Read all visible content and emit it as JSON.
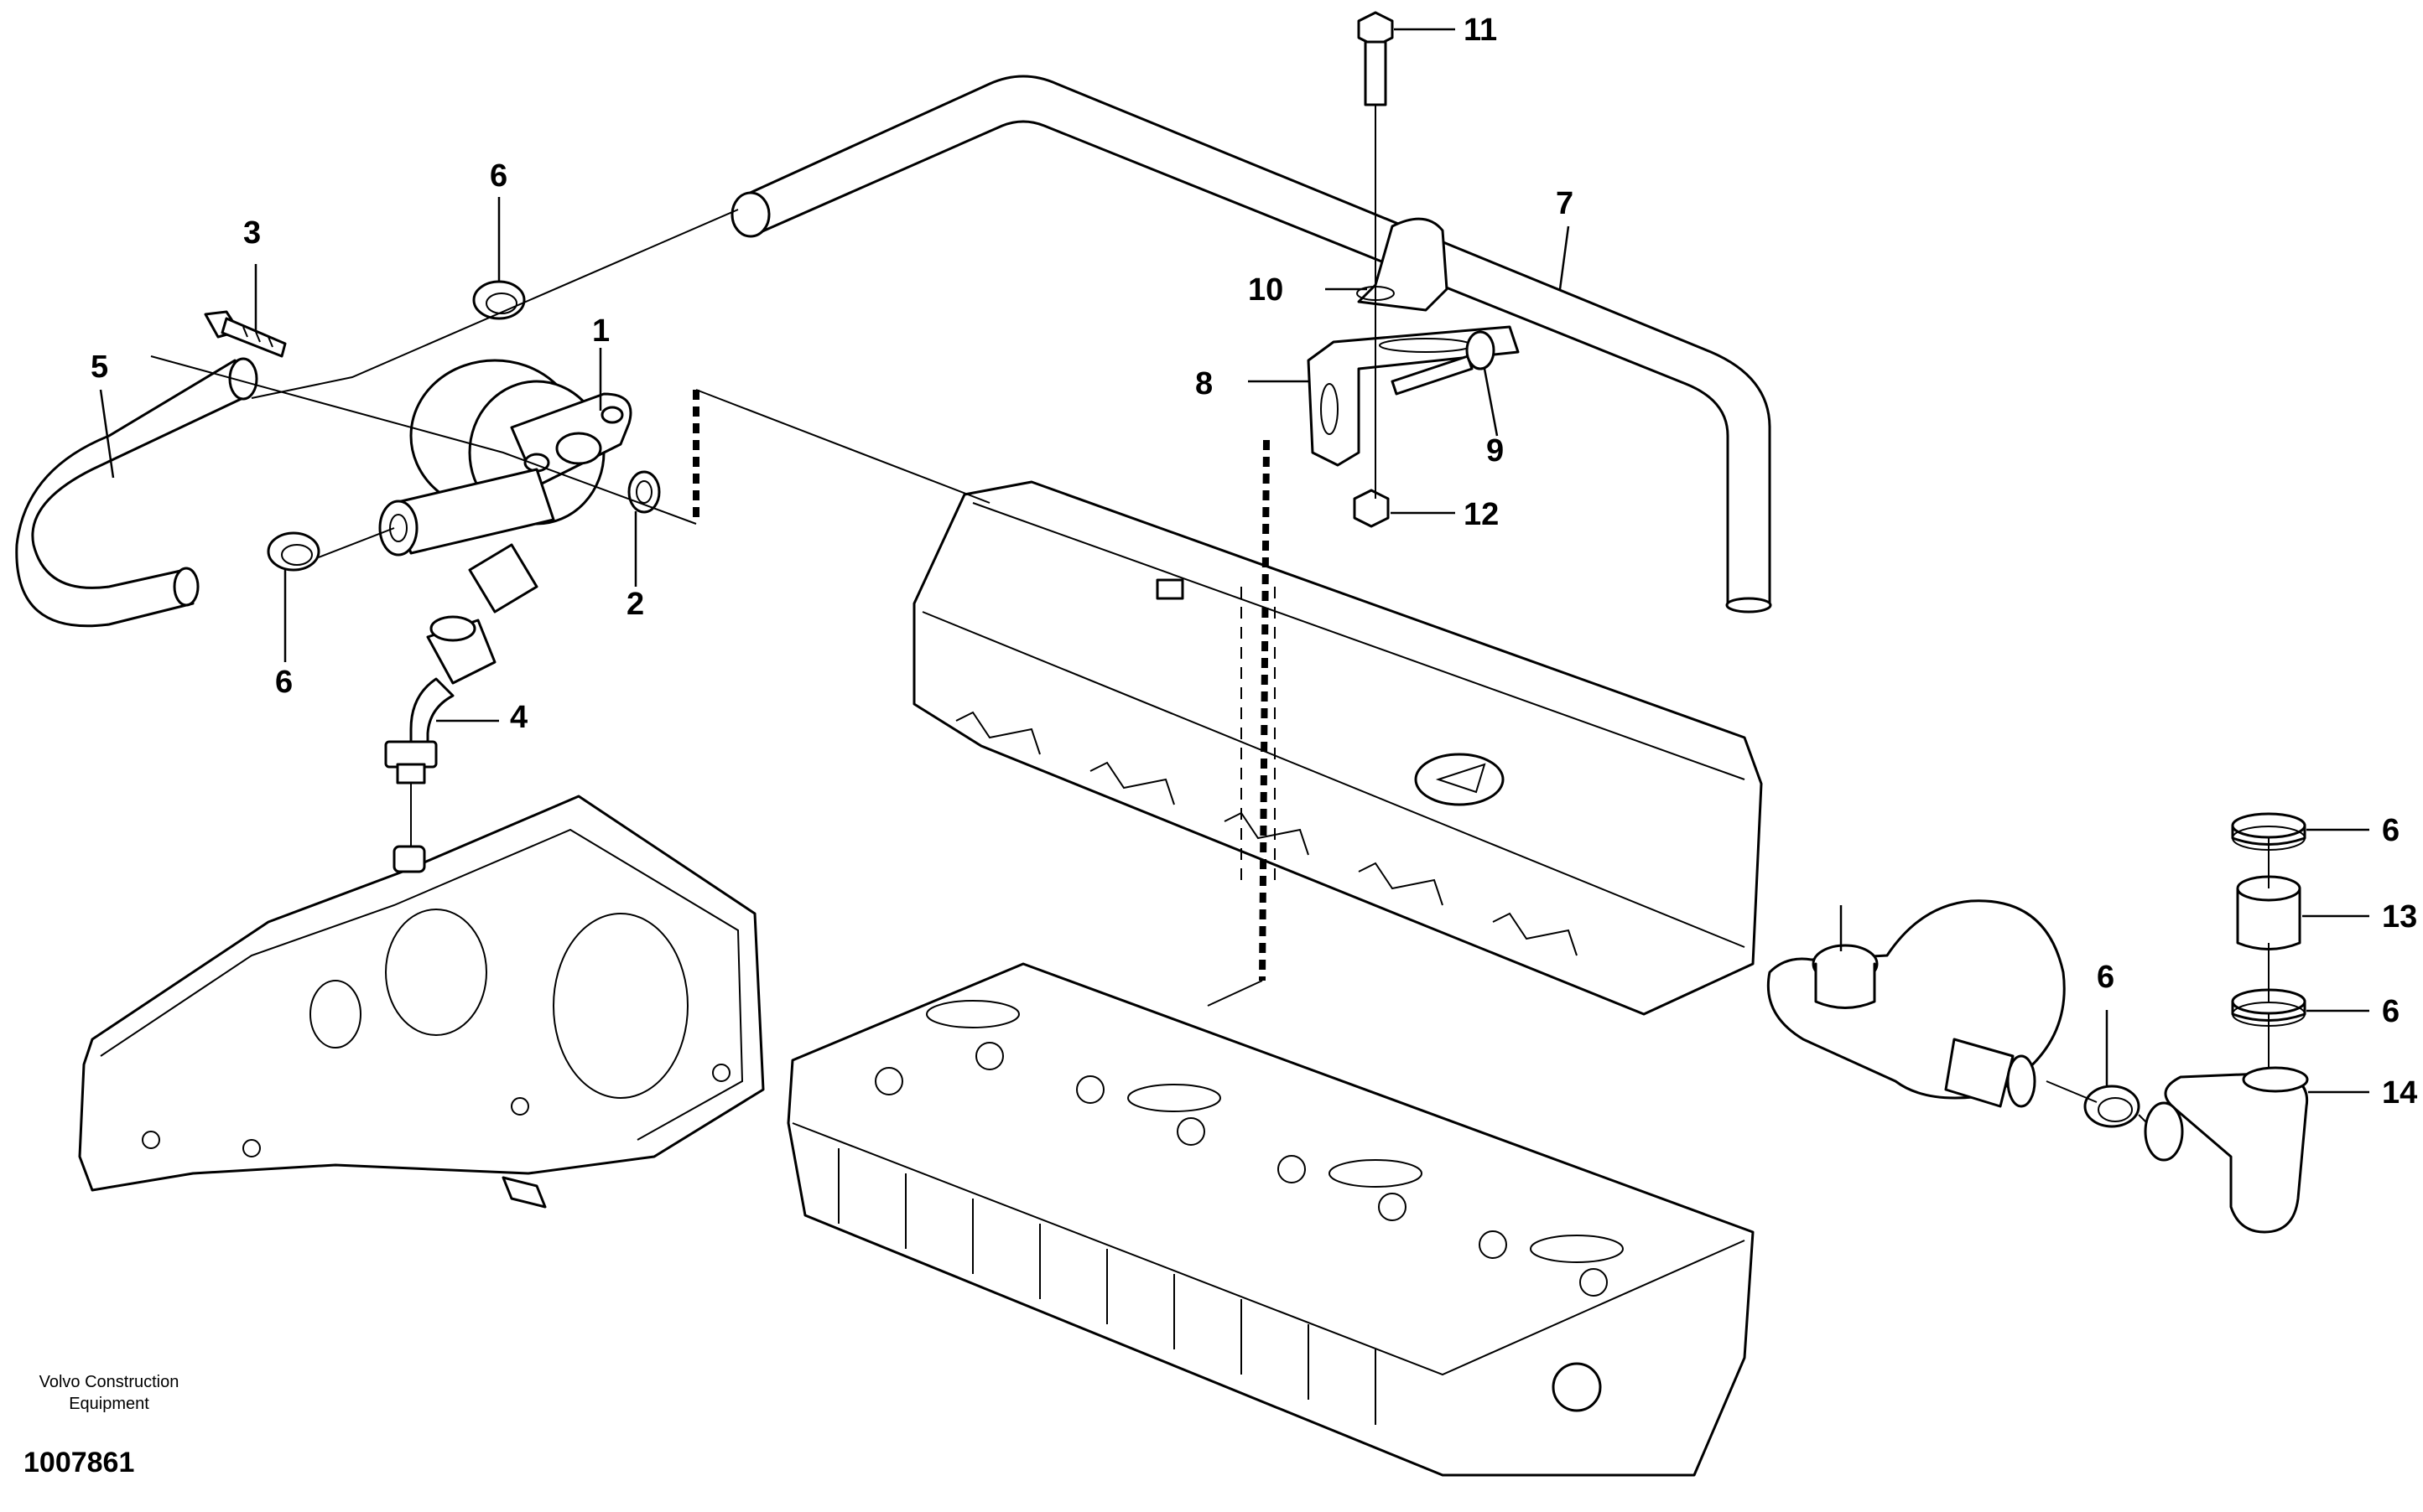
{
  "diagram": {
    "company_line1": "Volvo Construction",
    "company_line2": "Equipment",
    "drawing_number": "1007861",
    "callouts": {
      "c1": "1",
      "c2": "2",
      "c3": "3",
      "c4": "4",
      "c5": "5",
      "c6a": "6",
      "c6b": "6",
      "c6c": "6",
      "c6d": "6",
      "c6e": "6",
      "c7": "7",
      "c8": "8",
      "c9": "9",
      "c10": "10",
      "c11": "11",
      "c12": "12",
      "c13": "13",
      "c14": "14"
    }
  }
}
